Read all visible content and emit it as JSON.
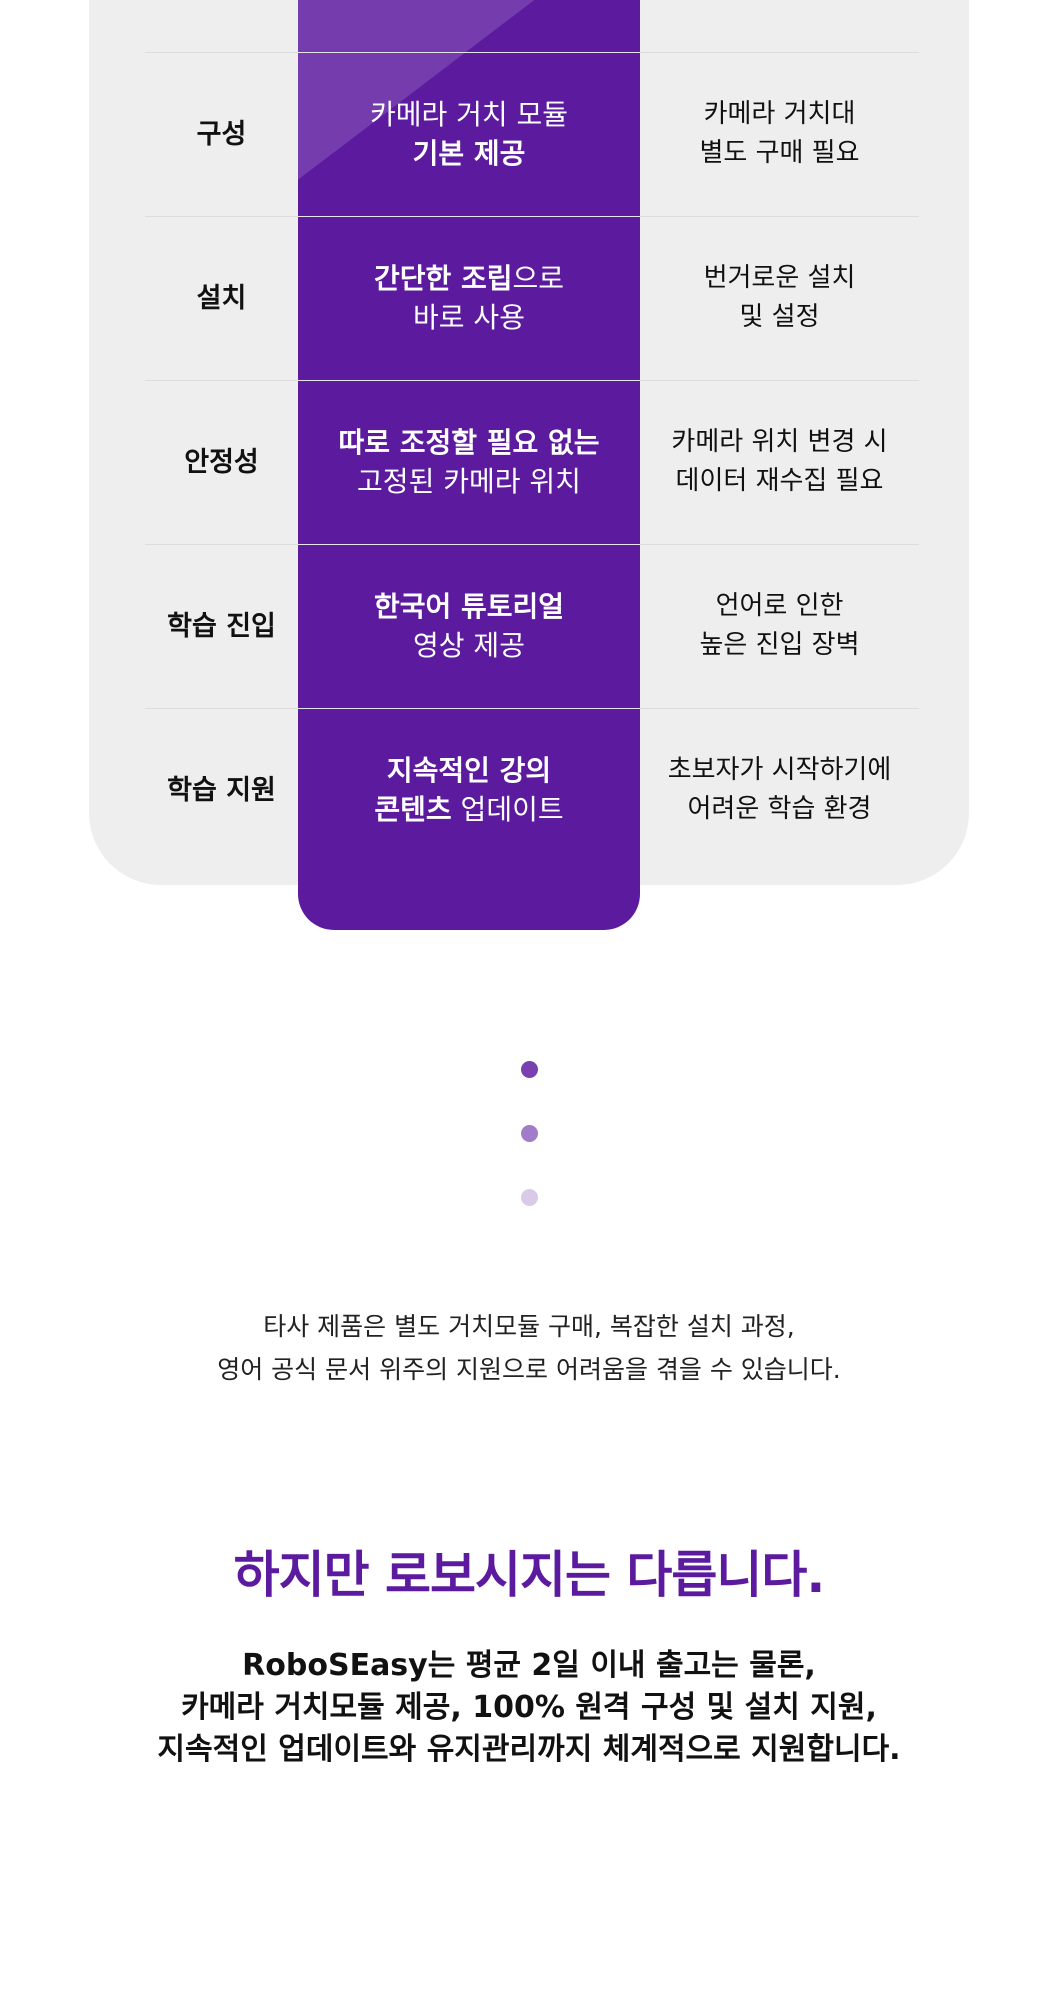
{
  "comparison": {
    "top_partial": {
      "mid": "",
      "right": ""
    },
    "rows": [
      {
        "label": "구성",
        "mid": [
          {
            "text": "카메라 거치 모듈",
            "bold": false
          },
          {
            "text": "기본 제공",
            "bold": true
          }
        ],
        "right": [
          "카메라 거치대",
          "별도 구매 필요"
        ]
      },
      {
        "label": "설치",
        "mid": [
          {
            "text": "간단한 조립으로",
            "bold": true
          },
          {
            "text": "바로 사용",
            "bold": false
          }
        ],
        "right": [
          "번거로운 설치",
          "및 설정"
        ]
      },
      {
        "label": "안정성",
        "mid": [
          {
            "text": "따로 조정할 필요 없는",
            "bold": true
          },
          {
            "text": "고정된 카메라 위치",
            "bold": false
          }
        ],
        "right": [
          "카메라 위치 변경 시",
          "데이터 재수집 필요"
        ]
      },
      {
        "label": "학습 진입",
        "mid": [
          {
            "text": "한국어 튜토리얼",
            "bold": true
          },
          {
            "text": "영상 제공",
            "bold": false
          }
        ],
        "right": [
          "언어로 인한",
          "높은 진입 장벽"
        ]
      },
      {
        "label": "학습 지원",
        "mid": [
          {
            "text": "지속적인 강의",
            "bold": true
          },
          {
            "text": "콘텐츠 업데이트",
            "bold": false
          }
        ],
        "right": [
          "초보자가 시작하기에",
          "어려운 학습 환경"
        ]
      }
    ]
  },
  "dots": [
    "#7a3fb0",
    "#a27cc8",
    "#d9cbe8"
  ],
  "description": [
    "타사 제품은 별도 거치모듈 구매, 복잡한 설치 과정,",
    "영어 공식 문서 위주의 지원으로 어려움을 겪을 수 있습니다."
  ],
  "headline": "하지만 로보시지는 다릅니다.",
  "summary": [
    "RoboSEasy는 평균 2일 이내 출고는 물론,",
    "카메라 거치모듈 제공, 100% 원격 구성 및 설치 지원,",
    "지속적인 업데이트와 유지관리까지 체계적으로 지원합니다."
  ],
  "colors": {
    "accent": "#5c1a9e",
    "card": "#eeeeee"
  }
}
